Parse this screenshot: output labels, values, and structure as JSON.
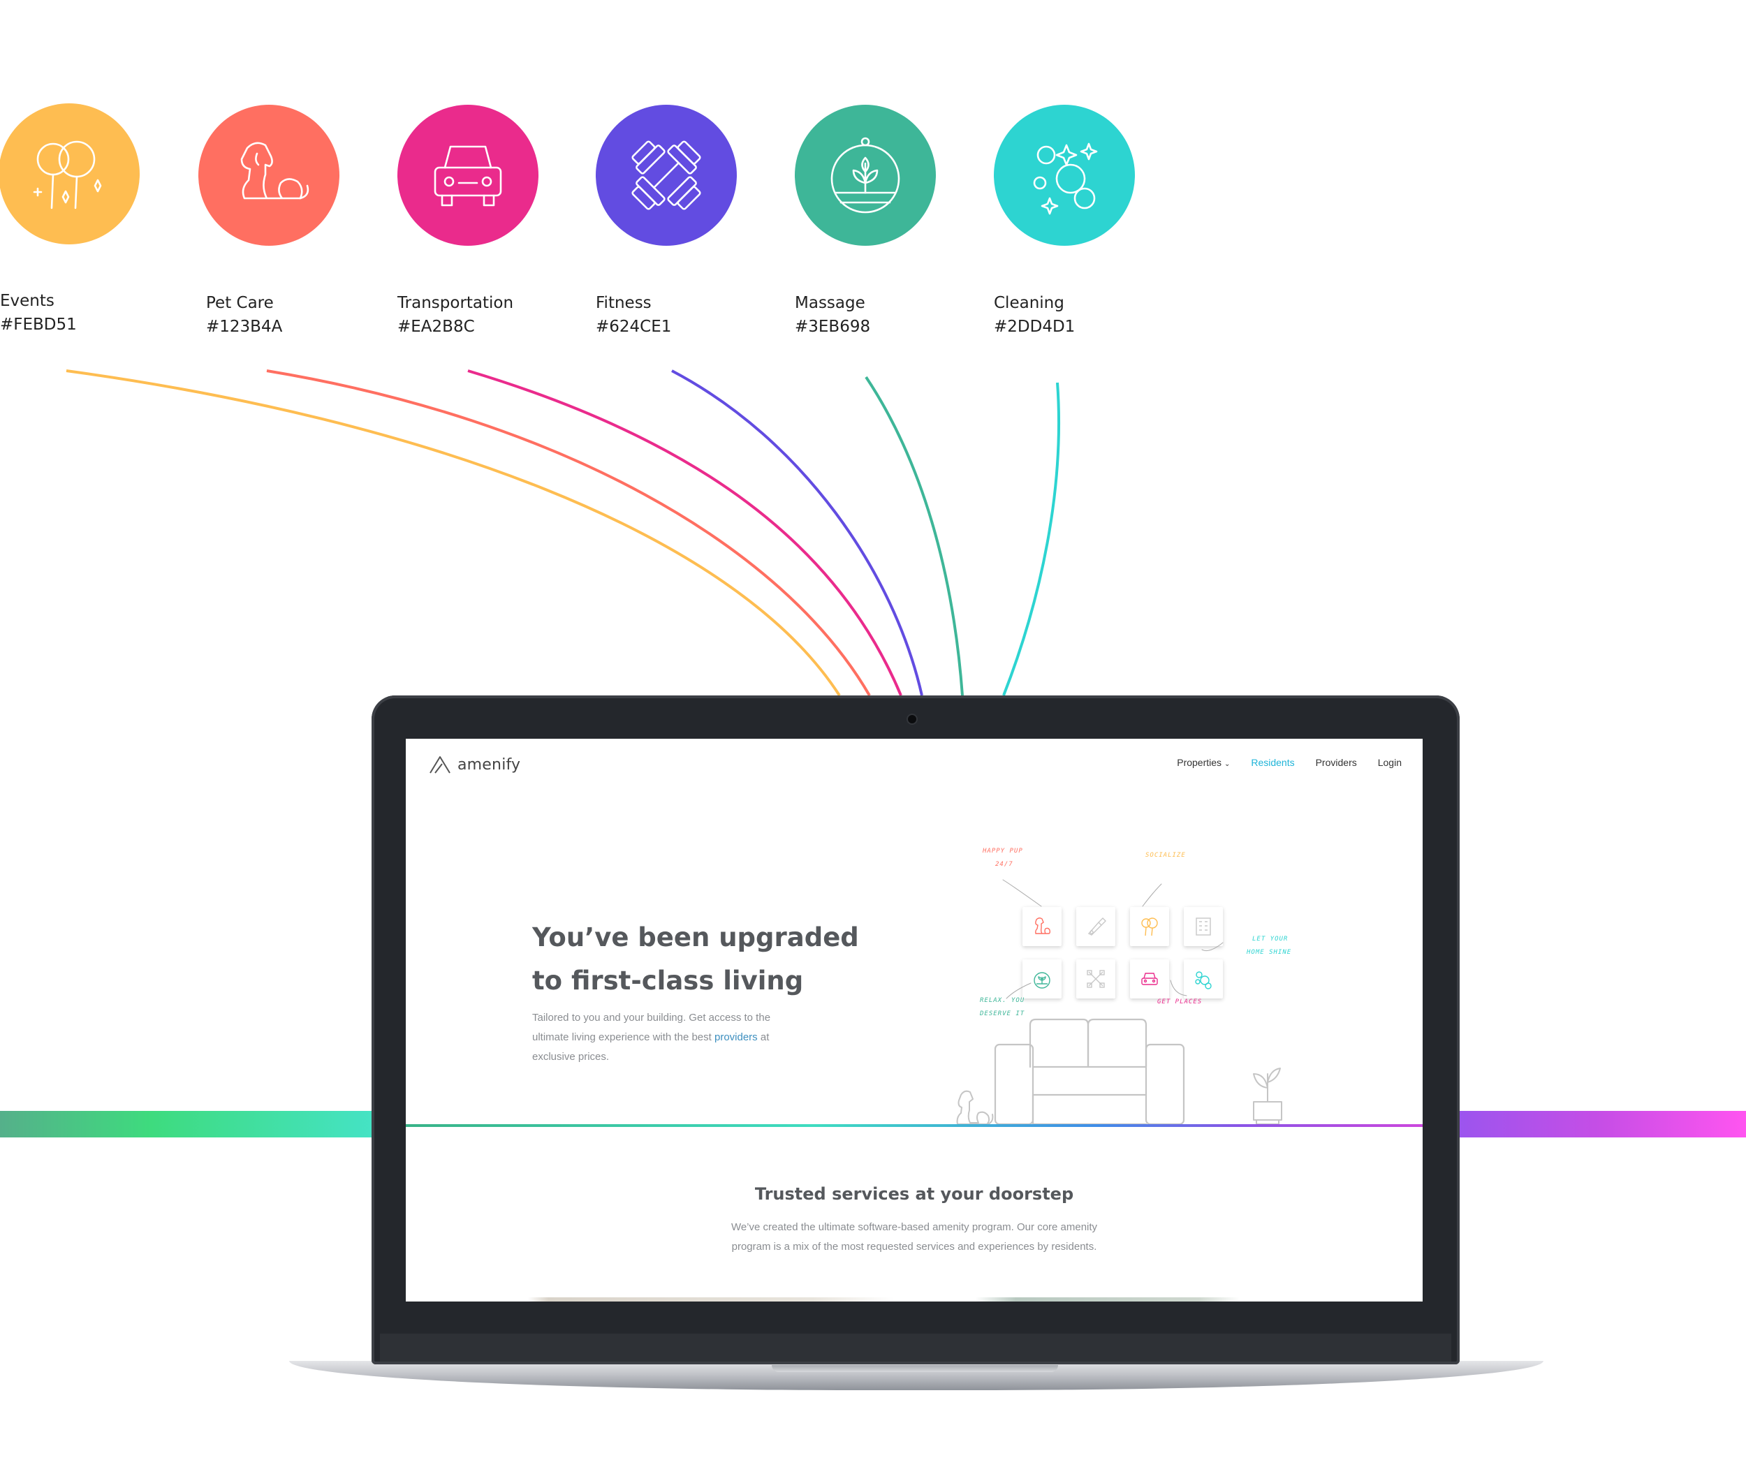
{
  "categories": [
    {
      "name": "Events",
      "color_label": "#FEBD51",
      "color": "#FEBD51",
      "icon": "balloons-icon"
    },
    {
      "name": "Pet Care",
      "color_label": "#123B4A",
      "color": "#FF6F61",
      "icon": "dog-icon"
    },
    {
      "name": "Transportation",
      "color_label": "#EA2B8C",
      "color": "#EA2B8C",
      "icon": "car-icon"
    },
    {
      "name": "Fitness",
      "color_label": "#624CE1",
      "color": "#624CE1",
      "icon": "dumbbell-icon"
    },
    {
      "name": "Massage",
      "color_label": "#3EB698",
      "color": "#3EB698",
      "icon": "plant-terrarium-icon"
    },
    {
      "name": "Cleaning",
      "color_label": "#2DD4D1",
      "color": "#2DD4D1",
      "icon": "bubbles-icon"
    }
  ],
  "site": {
    "logo_text": "amenify",
    "nav": {
      "properties": "Properties",
      "residents": "Residents",
      "providers": "Providers",
      "login": "Login"
    },
    "hero": {
      "title_line1": "You’ve been upgraded",
      "title_line2": "to first-class living",
      "text_before": "Tailored to you and your building. Get access to the ultimate living experience with the best ",
      "link": "providers",
      "text_after": " at exclusive prices."
    },
    "notes": {
      "pup_line1": "HAPPY PUP",
      "pup_line2": "24/7",
      "socialize": "SOCIALIZE",
      "home_line1": "LET YOUR",
      "home_line2": "HOME SHINE",
      "relax_line1": "RELAX. YOU",
      "relax_line2": "DESERVE IT",
      "get_places": "GET PLACES"
    },
    "section": {
      "title": "Trusted services at your doorstep",
      "text_line1": "We’ve created the ultimate software-based amenity program. Our core amenity",
      "text_line2": "program is a mix of the most requested services and experiences by residents."
    }
  },
  "accent_colors": {
    "bar_left": "#3EDB7E",
    "bar_right": "#FF55F0",
    "nav_active": "#1FB4D8"
  }
}
